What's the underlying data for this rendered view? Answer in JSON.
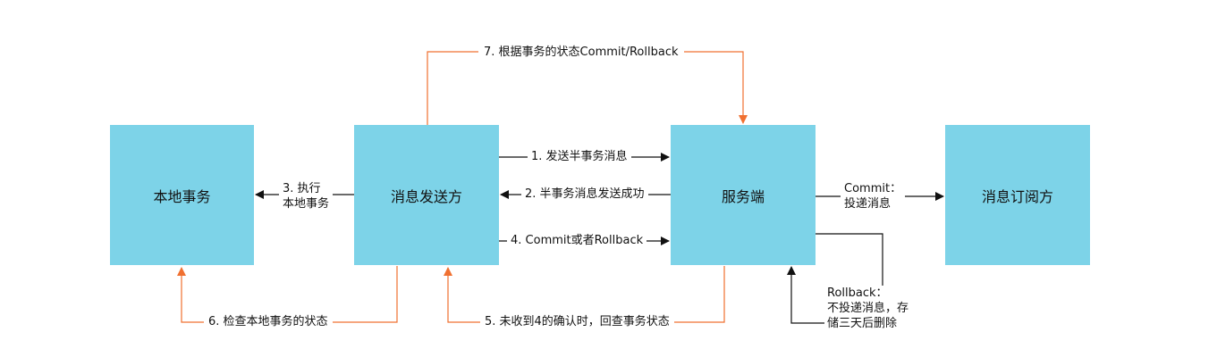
{
  "nodes": {
    "local_tx": "本地事务",
    "producer": "消息发送方",
    "server": "服务端",
    "consumer": "消息订阅方"
  },
  "edges": {
    "step1": "1. 发送半事务消息",
    "step2": "2. 半事务消息发送成功",
    "step3": "3. 执行\n本地事务",
    "step4": "4. Commit或者Rollback",
    "step5": "5. 未收到4的确认时，回查事务状态",
    "step6": "6. 检查本地事务的状态",
    "step7": "7. 根据事务的状态Commit/Rollback",
    "commit": "Commit：\n投递消息",
    "rollback": "Rollback：\n不投递消息，存\n储三天后删除"
  },
  "colors": {
    "box": "#7dd3e8",
    "orange": "#f07030",
    "black": "#111111"
  }
}
